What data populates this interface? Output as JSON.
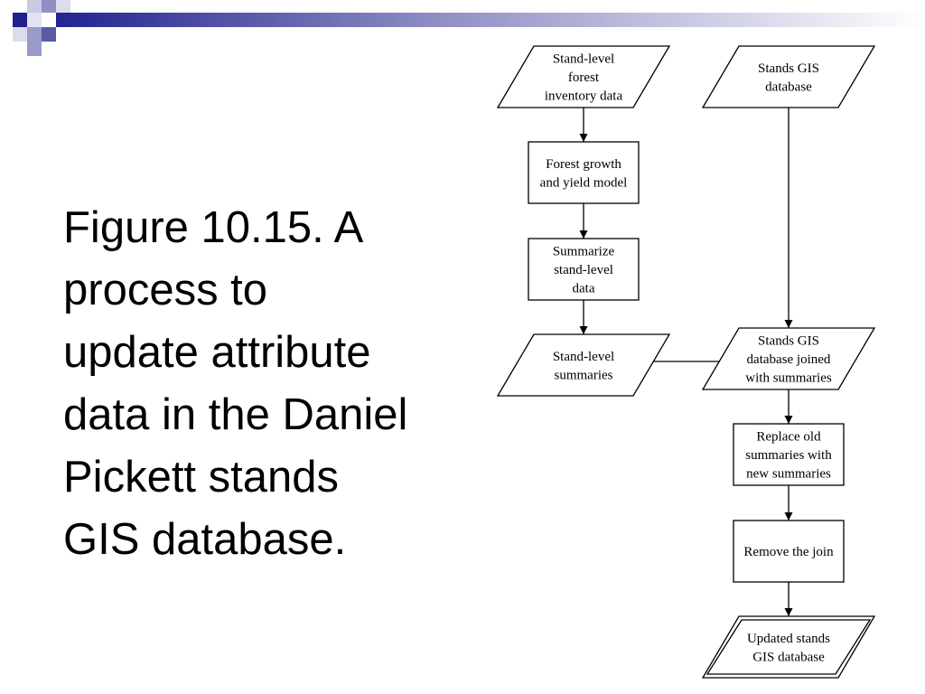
{
  "slide": {
    "caption": "Figure 10.15.  A\nprocess  to\nupdate attribute\ndata in the Daniel\nPickett stands\nGIS database.",
    "accent_color": "#1f1f8f"
  },
  "flowchart": {
    "nodes": [
      {
        "id": "inventory",
        "kind": "data",
        "lines": [
          "Stand-level",
          "forest",
          "inventory data"
        ]
      },
      {
        "id": "growth-model",
        "kind": "process",
        "lines": [
          "Forest growth",
          "and yield model"
        ]
      },
      {
        "id": "summarize",
        "kind": "process",
        "lines": [
          "Summarize",
          "stand-level",
          "data"
        ]
      },
      {
        "id": "summaries",
        "kind": "data",
        "lines": [
          "Stand-level",
          "summaries"
        ]
      },
      {
        "id": "gis-db",
        "kind": "data",
        "lines": [
          "Stands GIS",
          "database"
        ]
      },
      {
        "id": "joined",
        "kind": "data",
        "lines": [
          "Stands GIS",
          "database joined",
          "with summaries"
        ]
      },
      {
        "id": "replace",
        "kind": "process",
        "lines": [
          "Replace old",
          "summaries with",
          "new summaries"
        ]
      },
      {
        "id": "remove-join",
        "kind": "process",
        "lines": [
          "Remove the join"
        ]
      },
      {
        "id": "updated",
        "kind": "output",
        "lines": [
          "Updated stands",
          "GIS database"
        ]
      }
    ],
    "edges": [
      {
        "from": "inventory",
        "to": "growth-model"
      },
      {
        "from": "growth-model",
        "to": "summarize"
      },
      {
        "from": "summarize",
        "to": "summaries"
      },
      {
        "from": "summaries",
        "to": "joined"
      },
      {
        "from": "gis-db",
        "to": "joined"
      },
      {
        "from": "joined",
        "to": "replace"
      },
      {
        "from": "replace",
        "to": "remove-join"
      },
      {
        "from": "remove-join",
        "to": "updated"
      }
    ]
  }
}
